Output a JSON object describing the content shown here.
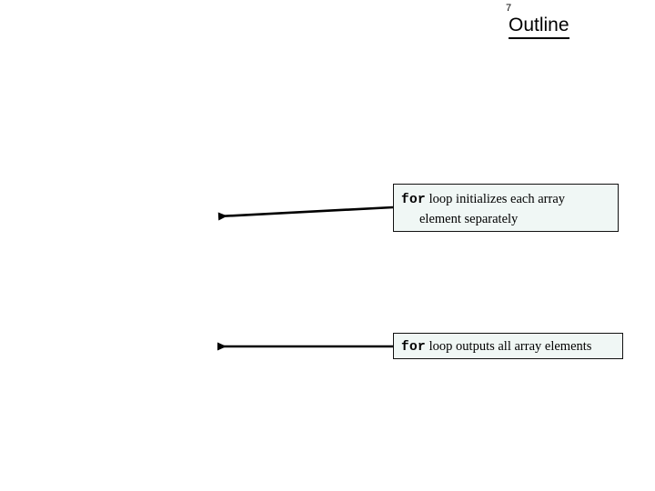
{
  "slide": {
    "page_number": "7",
    "title": "Outline",
    "background_color": "#ffffff"
  },
  "callouts": [
    {
      "id": "for-loop-initializes",
      "keyword": "for",
      "line1_rest": " loop initializes each array",
      "line2": "element separately",
      "fill_color": "#f0f7f5",
      "border_color": "#111111"
    },
    {
      "id": "for-loop-outputs",
      "keyword": "for",
      "line1_rest": " loop outputs all array elements",
      "fill_color": "#f0f7f5",
      "border_color": "#111111"
    }
  ],
  "arrows": [
    {
      "id": "arrow-to-initializes",
      "direction": "left",
      "color": "#000000"
    },
    {
      "id": "arrow-to-outputs",
      "direction": "left",
      "color": "#000000"
    }
  ]
}
